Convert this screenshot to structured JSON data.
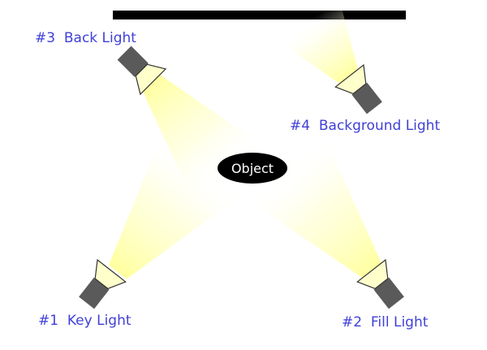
{
  "diagram": {
    "object_label": "Object",
    "lights": [
      {
        "id": "key",
        "label": "#1  Key Light"
      },
      {
        "id": "fill",
        "label": "#2  Fill Light"
      },
      {
        "id": "back",
        "label": "#3  Back Light"
      },
      {
        "id": "background",
        "label": "#4  Background Light"
      }
    ],
    "colors": {
      "label_text": "#4040d8",
      "lamp_body": "#5a5a5a",
      "beam": "#ffff99",
      "object_fill": "#000000",
      "backdrop": "#000000"
    }
  }
}
